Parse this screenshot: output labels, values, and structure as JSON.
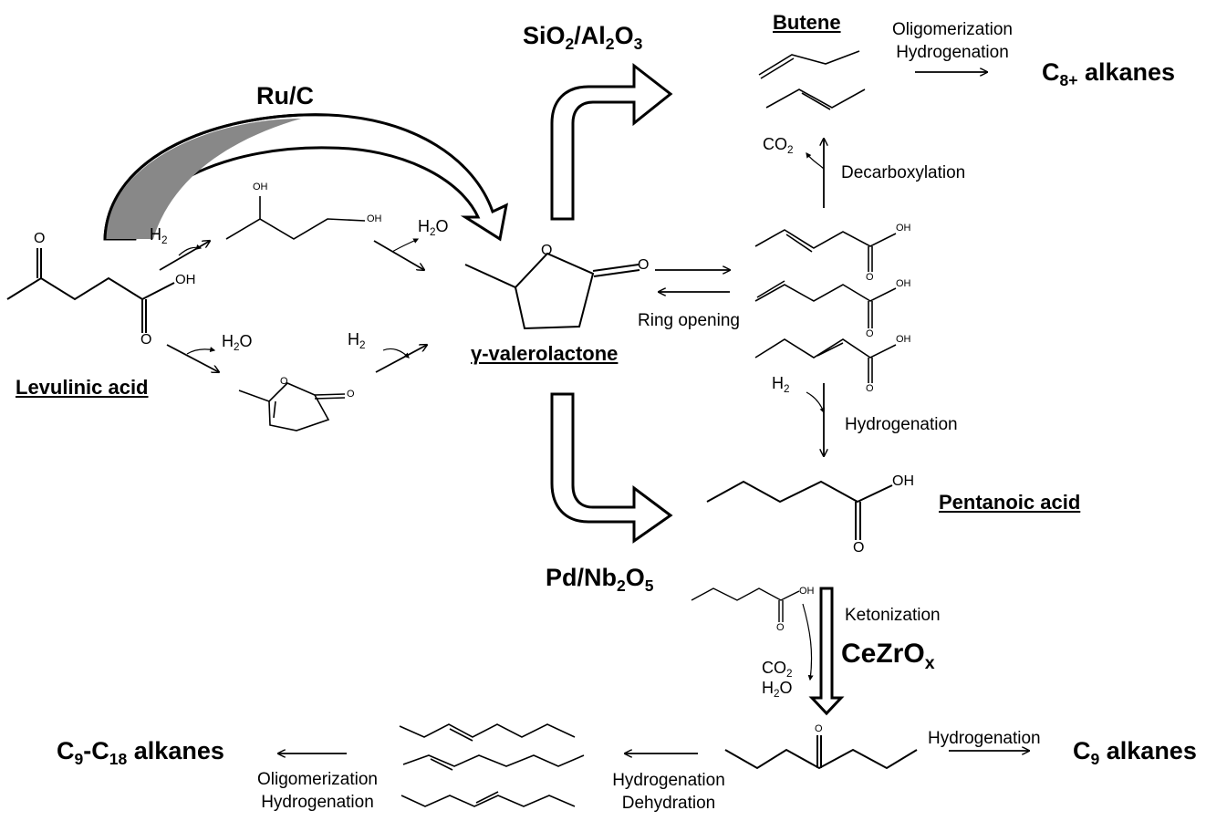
{
  "catalysts": {
    "ruc": "Ru/C",
    "sio2": {
      "a": "SiO",
      "a_sub": "2",
      "b": "/Al",
      "b_sub": "2",
      "c": "O",
      "c_sub": "3"
    },
    "pdnb": {
      "a": "Pd/Nb",
      "a_sub": "2",
      "b": "O",
      "b_sub": "5"
    },
    "cezr": {
      "a": "CeZrO",
      "a_sub": "x"
    }
  },
  "compounds": {
    "levulinic": "Levulinic acid",
    "gvl": "γ-valerolactone",
    "butene": "Butene",
    "pentanoic": "Pentanoic acid"
  },
  "products": {
    "c8": {
      "a": "C",
      "a_sub": "8+",
      "b": " alkanes"
    },
    "c9": {
      "a": "C",
      "a_sub": "9",
      "b": " alkanes"
    },
    "c918": {
      "a": "C",
      "a_sub": "9",
      "b": "-C",
      "b_sub": "18",
      "c": " alkanes"
    }
  },
  "steps": {
    "oligomerization": "Oligomerization",
    "hydrogenation": "Hydrogenation",
    "decarboxylation": "Decarboxylation",
    "ring_opening": "Ring opening",
    "ketonization": "Ketonization",
    "dehydration": "Dehydration"
  },
  "atoms": {
    "oh": "OH",
    "o": "O",
    "h": "H",
    "co": "CO",
    "sub2": "2"
  }
}
